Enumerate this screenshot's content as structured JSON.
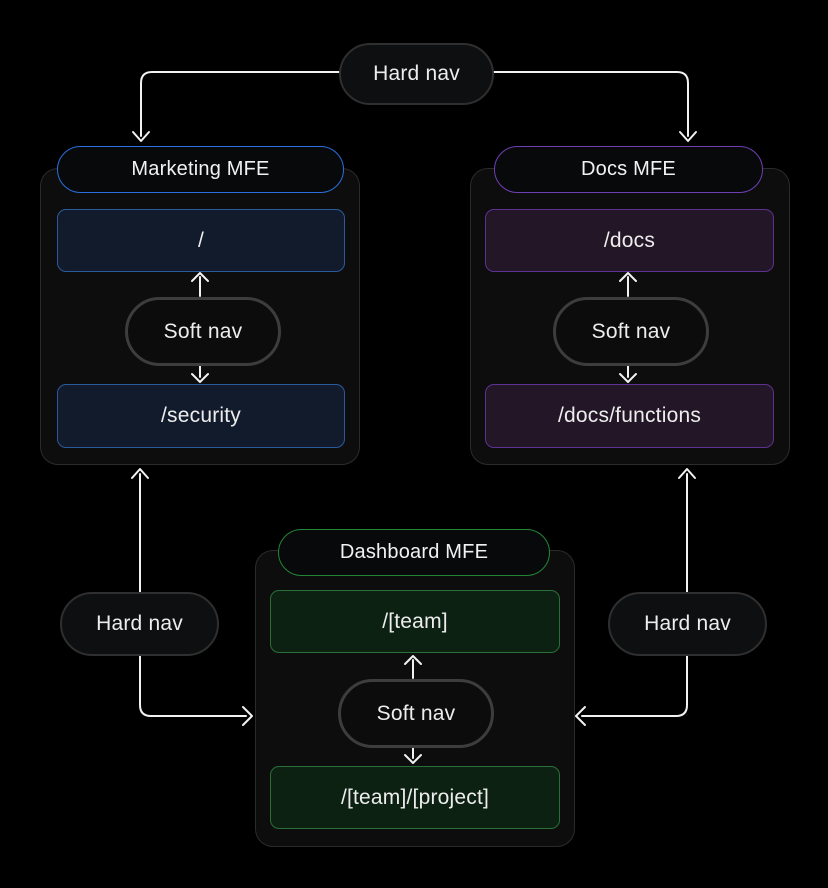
{
  "colors": {
    "background": "#000000",
    "arrow": "#f2f2f2",
    "container_bg": "#0d0d0e",
    "container_border": "#2b2b2b",
    "nav_pill_bg": "#0e0f10",
    "nav_pill_border": "#333333",
    "marketing_accent": "#2a6fdb",
    "marketing_route_bg": "#121b2b",
    "marketing_route_border": "#2a5a9c",
    "docs_accent": "#6f3fb5",
    "docs_route_bg": "#231627",
    "docs_route_border": "#5e3191",
    "dashboard_accent": "#228636",
    "dashboard_route_bg": "#0d2113",
    "dashboard_route_border": "#2a6e38"
  },
  "hard_nav": {
    "top": "Hard nav",
    "left": "Hard nav",
    "right": "Hard nav"
  },
  "zones": [
    {
      "title": "Marketing MFE",
      "soft_nav": "Soft nav",
      "routes": [
        "/",
        "/security"
      ]
    },
    {
      "title": "Docs MFE",
      "soft_nav": "Soft nav",
      "routes": [
        "/docs",
        "/docs/functions"
      ]
    },
    {
      "title": "Dashboard MFE",
      "soft_nav": "Soft nav",
      "routes": [
        "/[team]",
        "/[team]/[project]"
      ]
    }
  ]
}
